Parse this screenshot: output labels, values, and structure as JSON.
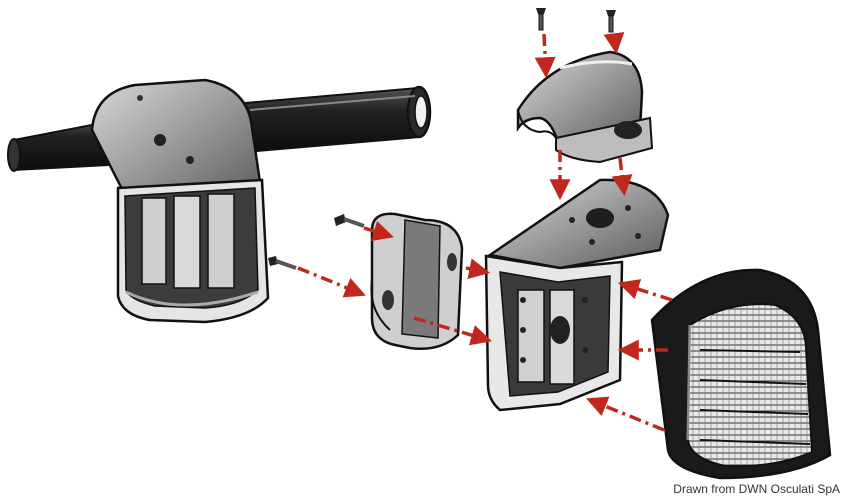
{
  "credit": "Drawn from DWN Osculati SpA",
  "colors": {
    "ink": "#141414",
    "metal_light": "#bfbfbf",
    "metal_mid": "#8c8c8c",
    "metal_dark": "#3a3a3a",
    "arrow": "#c0281e",
    "background": "#ffffff"
  },
  "parts": [
    "rail-tube",
    "rail-bracket",
    "rail-clamp",
    "flat-mounting-plate",
    "angled-bracket",
    "navigation-light",
    "screws"
  ]
}
